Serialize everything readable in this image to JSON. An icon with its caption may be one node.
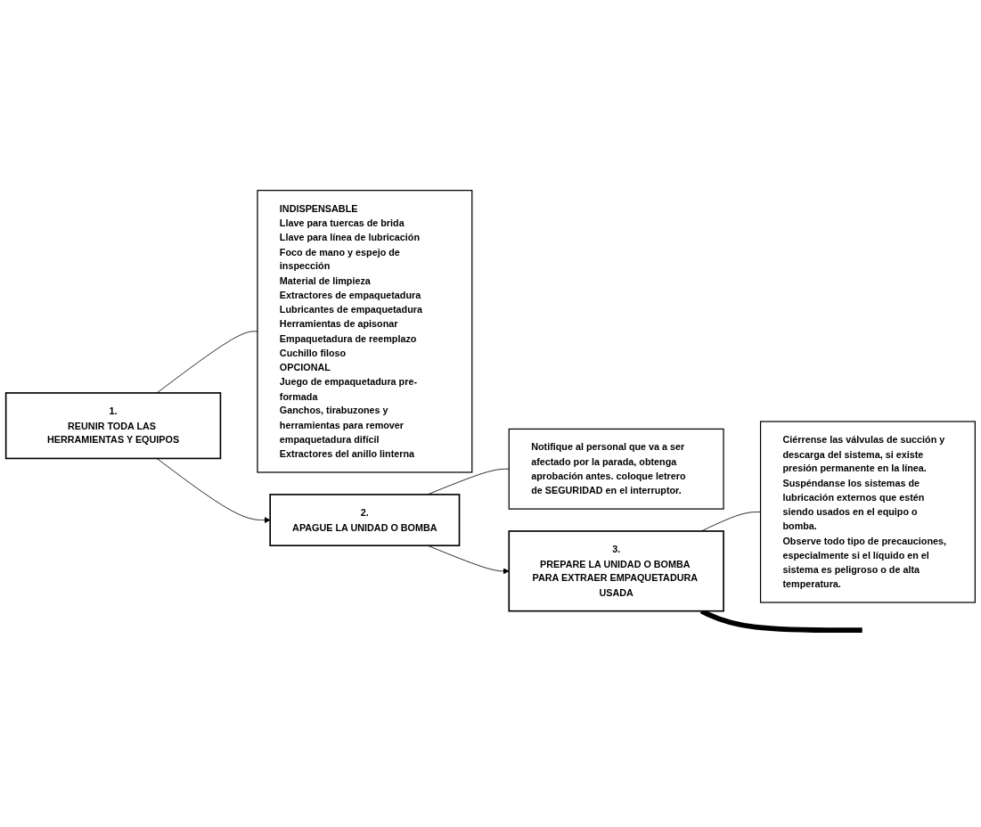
{
  "diagram": {
    "nodes": [
      {
        "text": [
          "1.",
          "REUNIR TODA LAS HERRAMIENTAS Y EQUIPOS"
        ]
      },
      {
        "text": [
          "INDISPENSABLE",
          "Llave para tuercas de brida",
          "Llave para línea de lubricación",
          "Foco de mano y espejo de inspección",
          "Material de limpieza",
          "Extractores de empaquetadura",
          "Lubricantes de empaquetadura",
          "Herramientas de apisonar",
          "Empaquetadura de reemplazo",
          "Cuchillo filoso",
          "OPCIONAL",
          "Juego de empaquetadura pre-formada",
          "Ganchos, tirabuzones y herramientas para remover empaquetadura difícil",
          "Extractores del anillo linterna"
        ]
      },
      {
        "text": [
          "2.",
          "APAGUE LA UNIDAD O BOMBA"
        ]
      },
      {
        "text": [
          "Notifique al personal que va a ser afectado por la parada, obtenga aprobación antes. coloque letrero de SEGURIDAD en el interruptor."
        ]
      },
      {
        "text": [
          "3.",
          "PREPARE LA UNIDAD O BOMBA PARA EXTRAER EMPAQUETADURA USADA"
        ]
      },
      {
        "text": [
          "Ciérrense las válvulas de succión y descarga del sistema, si existe presión permanente en la línea.",
          "Suspéndanse los sistemas de lubricación externos que estén siendo usados en el equipo o bomba.",
          "Observe todo tipo de precauciones, especialmente si el líquido en el sistema es peligroso o de alta temperatura."
        ]
      }
    ],
    "edges": [
      {
        "from": 0,
        "to": 1,
        "arrow": "none"
      },
      {
        "from": 0,
        "to": 2,
        "arrow": "to"
      },
      {
        "from": 2,
        "to": 3,
        "arrow": "none"
      },
      {
        "from": 2,
        "to": 4,
        "arrow": "to"
      },
      {
        "from": 4,
        "to": 5,
        "arrow": "none"
      },
      {
        "from": 4,
        "to": null,
        "arrow": "none",
        "style": "thick"
      }
    ]
  }
}
